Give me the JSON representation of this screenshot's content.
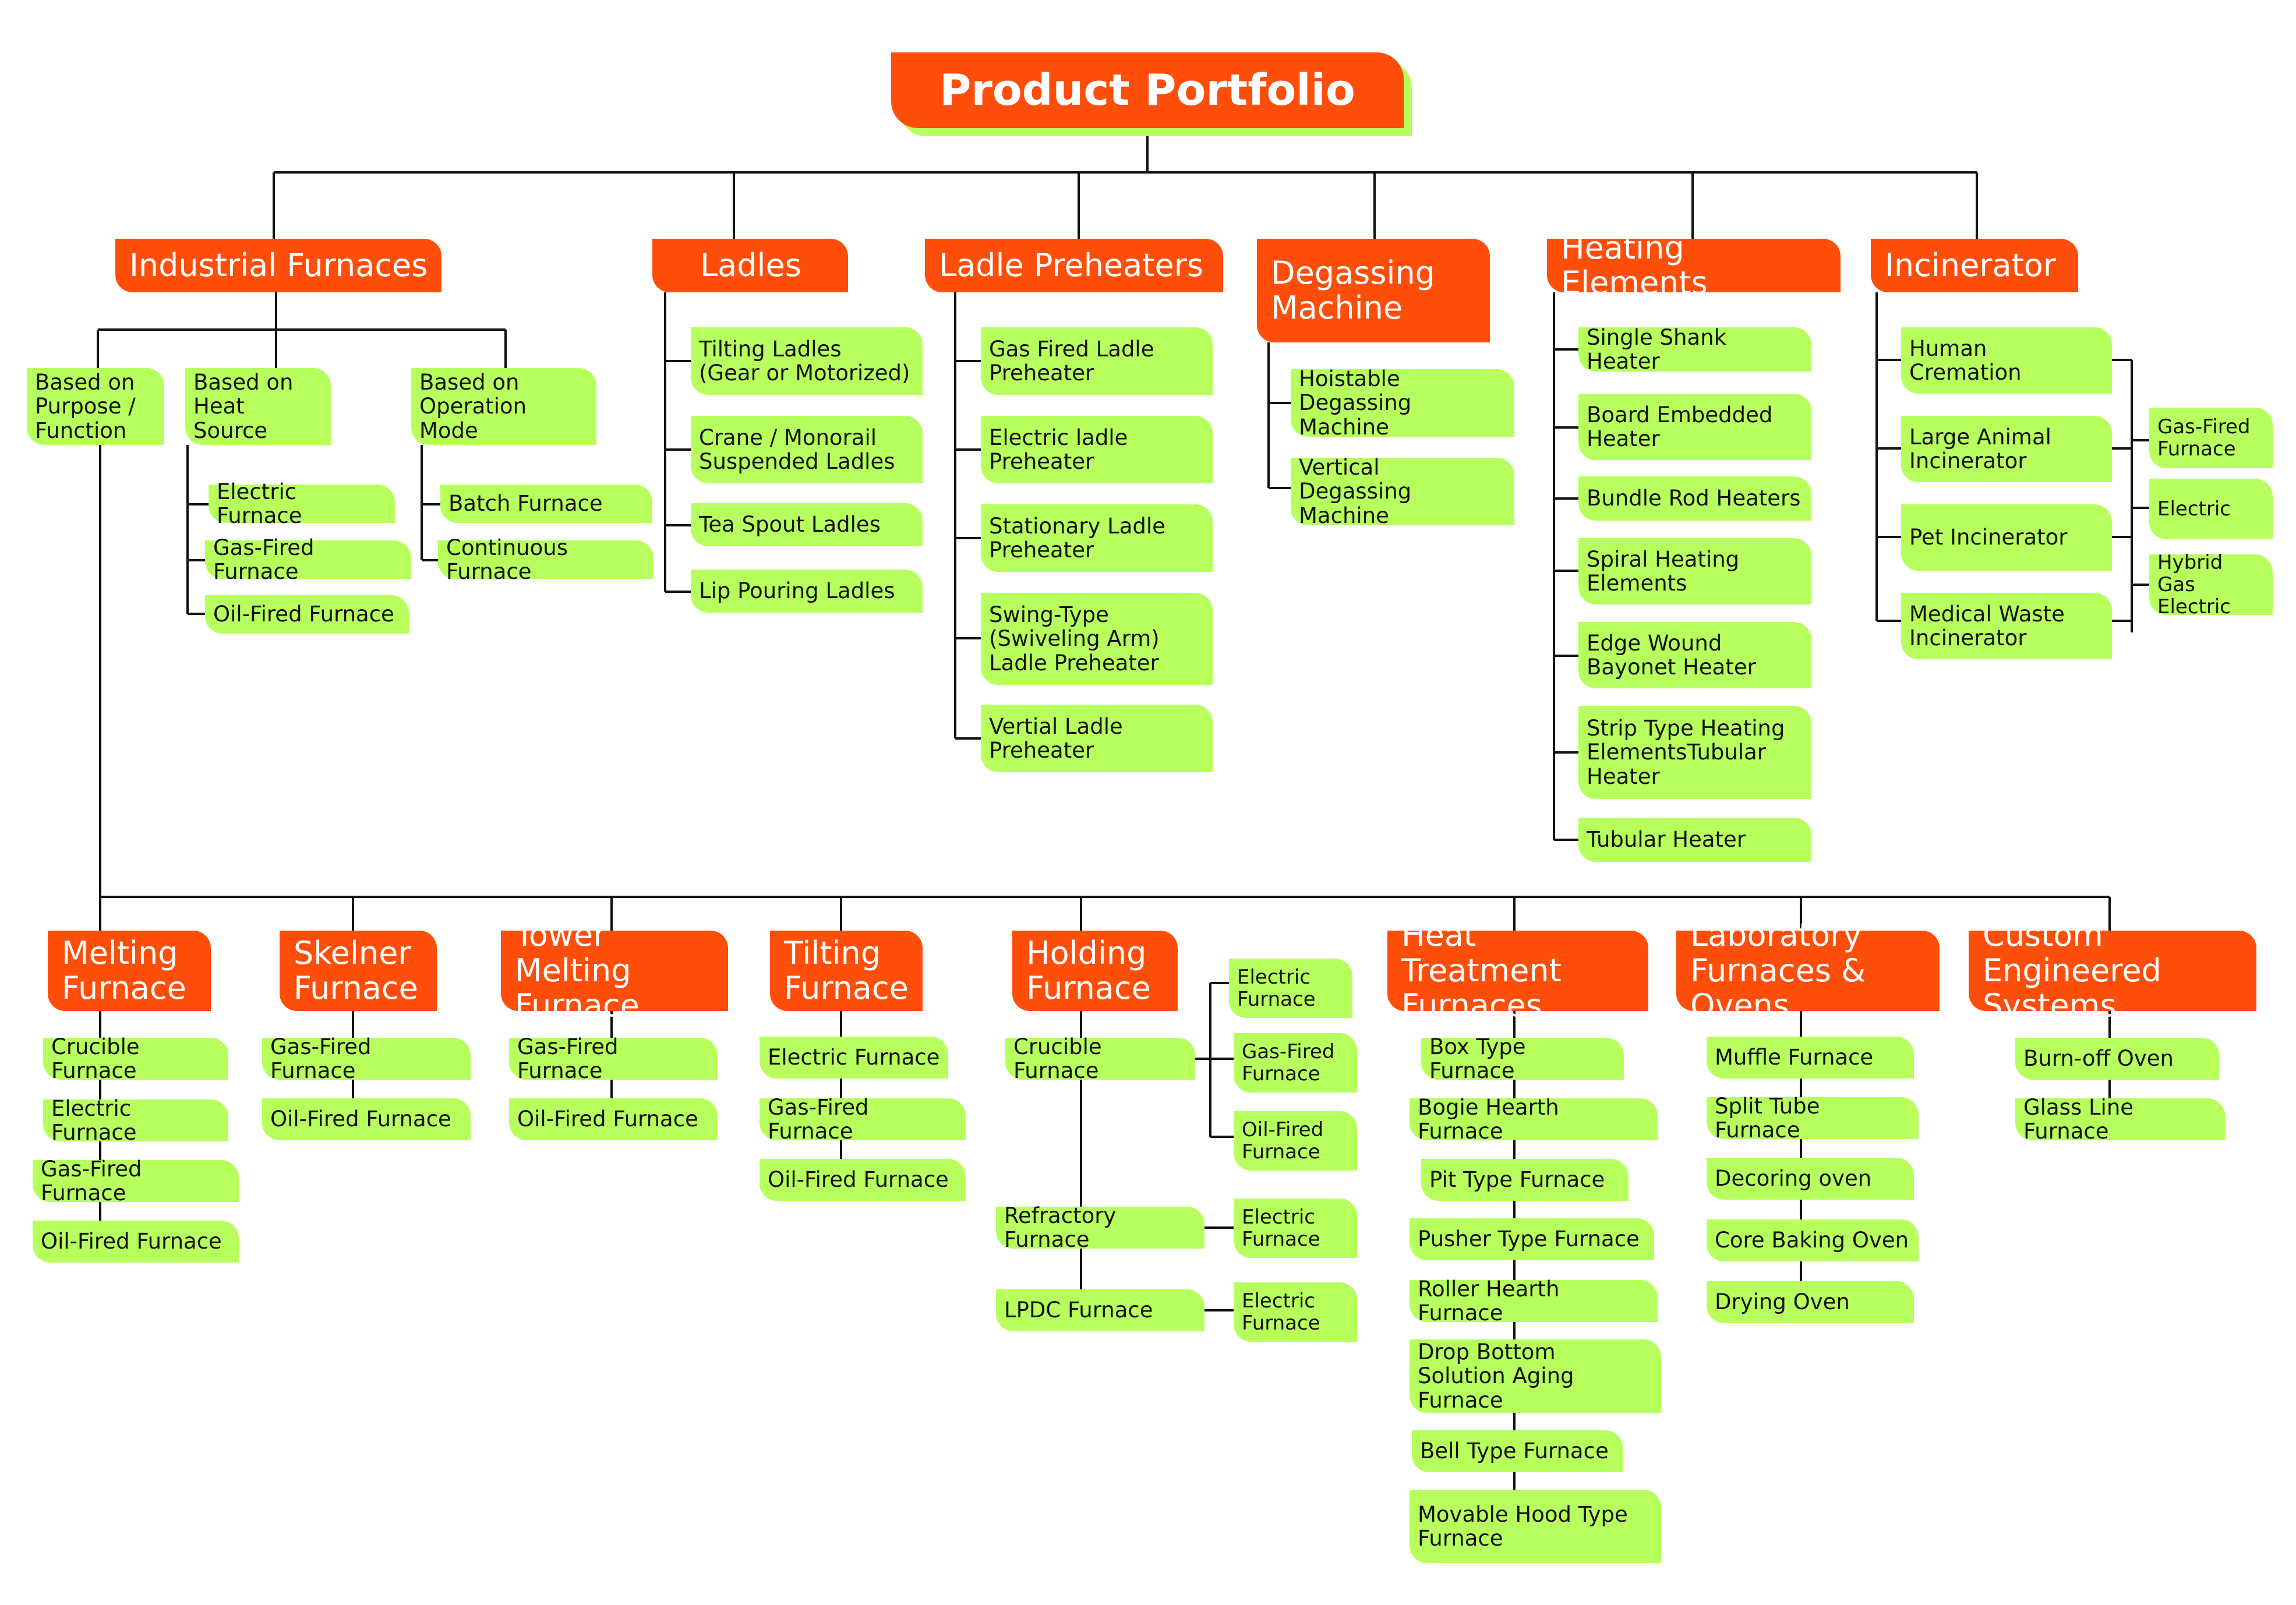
{
  "diagram": {
    "title": "Product Portfolio",
    "colors": {
      "accent": "#ff4d0a",
      "item": "#b6ff5c",
      "line": "#111111",
      "background": "#ffffff"
    },
    "categories": {
      "industrial_furnaces": "Industrial Furnaces",
      "ladles": "Ladles",
      "ladle_preheaters": "Ladle Preheaters",
      "degassing_machine": "Degassing\nMachine",
      "heating_elements": "Heating Elements",
      "incinerator": "Incinerator"
    },
    "industrial_furnaces": {
      "based_on_purpose": "Based on\nPurpose /\nFunction",
      "based_on_heat_source": "Based on\nHeat Source",
      "based_on_operation_mode": "Based on\nOperation Mode",
      "heat_source_items": [
        "Electric Furnace",
        "Gas-Fired Furnace",
        "Oil-Fired Furnace"
      ],
      "operation_mode_items": [
        "Batch Furnace",
        "Continuous Furnace"
      ]
    },
    "ladles_items": [
      "Tilting Ladles\n(Gear or Motorized)",
      "Crane / Monorail\nSuspended Ladles",
      "Tea Spout Ladles",
      "Lip Pouring Ladles"
    ],
    "ladle_preheaters_items": [
      "Gas Fired Ladle\nPreheater",
      "Electric ladle\nPreheater",
      "Stationary Ladle\nPreheater",
      "Swing-Type\n(Swiveling Arm)\nLadle Preheater",
      "Vertial Ladle\nPreheater"
    ],
    "degassing_items": [
      "Hoistable\nDegassing Machine",
      "Vertical\nDegassing Machine"
    ],
    "heating_elements_items": [
      "Single Shank Heater",
      "Board Embedded\nHeater",
      "Bundle Rod Heaters",
      "Spiral Heating\nElements",
      "Edge Wound\nBayonet Heater",
      "Strip Type Heating\nElementsTubular\nHeater",
      "Tubular Heater"
    ],
    "incinerator_items": [
      "Human Cremation",
      "Large Animal\nIncinerator",
      "Pet Incinerator",
      "Medical Waste\nIncinerator"
    ],
    "incinerator_fuel_items": [
      "Gas-Fired\nFurnace",
      "Electric",
      "Hybrid Gas\nElectric"
    ],
    "purpose_categories": {
      "melting": "Melting\nFurnace",
      "skelner": "Skelner\nFurnace",
      "tower_melting": "Tower Melting\nFurnace",
      "tilting": "Tilting\nFurnace",
      "holding": "Holding\nFurnace",
      "heat_treatment": "Heat Treatment\nFurnaces",
      "laboratory": "Laboratory\nFurnaces & Ovens",
      "custom": "Custom\nEngineered Systems"
    },
    "melting_items": [
      "Crucible Furnace",
      "Electric Furnace",
      "Gas-Fired Furnace",
      "Oil-Fired Furnace"
    ],
    "skelner_items": [
      "Gas-Fired Furnace",
      "Oil-Fired Furnace"
    ],
    "tower_melting_items": [
      "Gas-Fired Furnace",
      "Oil-Fired Furnace"
    ],
    "tilting_items": [
      "Electric Furnace",
      "Gas-Fired Furnace",
      "Oil-Fired Furnace"
    ],
    "holding_items": [
      "Crucible Furnace",
      "Refractory Furnace",
      "LPDC Furnace"
    ],
    "holding_crucible_fuels": [
      "Electric\nFurnace",
      "Gas-Fired\nFurnace",
      "Oil-Fired\nFurnace"
    ],
    "holding_refractory_fuels": [
      "Electric\nFurnace"
    ],
    "holding_lpdc_fuels": [
      "Electric\nFurnace"
    ],
    "heat_treatment_items": [
      "Box Type Furnace",
      "Bogie Hearth Furnace",
      "Pit Type Furnace",
      "Pusher Type Furnace",
      "Roller Hearth Furnace",
      "Drop Bottom\nSolution Aging Furnace",
      "Bell Type Furnace",
      "Movable Hood Type\nFurnace"
    ],
    "laboratory_items": [
      "Muffle Furnace",
      "Split Tube Furnace",
      "Decoring oven",
      "Core Baking Oven",
      "Drying Oven"
    ],
    "custom_items": [
      "Burn-off Oven",
      "Glass Line Furnace"
    ]
  }
}
